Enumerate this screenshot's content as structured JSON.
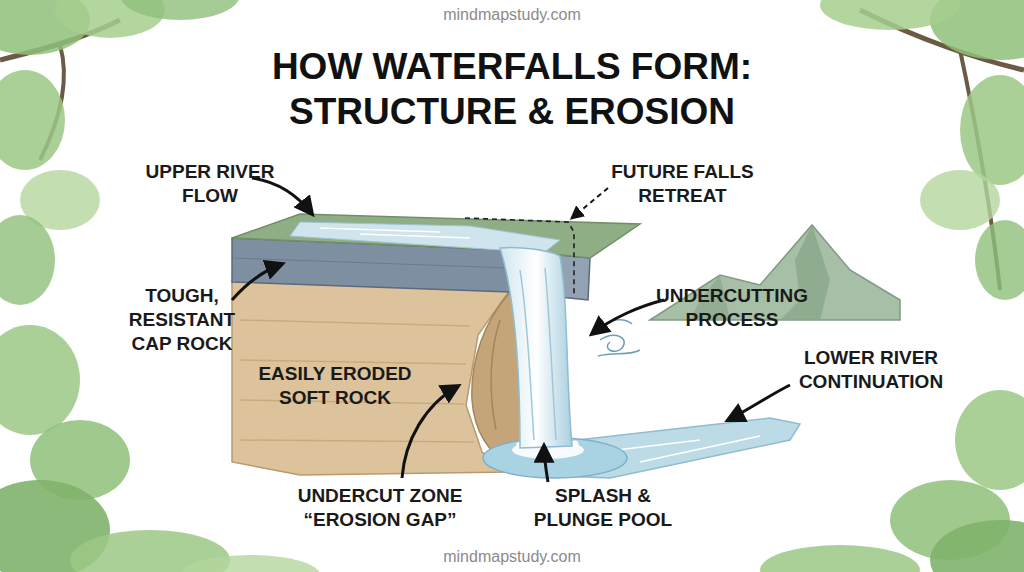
{
  "diagram": {
    "title": "HOW WATERFALLS FORM: STRUCTURE & EROSION",
    "labels": [
      "mindmapstudy.com",
      "UPPER RIVER FLOW",
      "FUTURE FALLS RETREAT",
      "TOUGH, RESISTANT CAP ROCK",
      "UNDERCUTTING PROCESS",
      "LOWER RIVER CONTINUATION",
      "EASILY ERODED SOFT ROCK",
      "UNDERCUT ZONE “EROSION GAP”",
      "SPLASH & PLUNGE POOL",
      "mindmapstudy.com"
    ]
  }
}
